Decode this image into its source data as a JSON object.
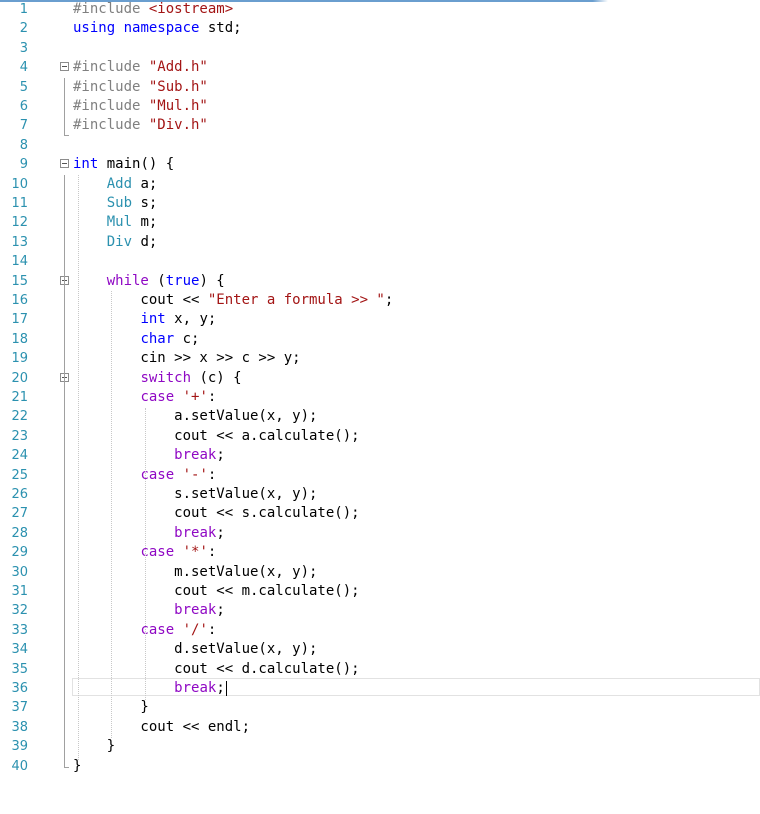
{
  "editor": {
    "lines": [
      {
        "n": "1",
        "text": "#include <iostream>"
      },
      {
        "n": "2",
        "text": "using namespace std;"
      },
      {
        "n": "3",
        "text": ""
      },
      {
        "n": "4",
        "text": "#include \"Add.h\""
      },
      {
        "n": "5",
        "text": "#include \"Sub.h\""
      },
      {
        "n": "6",
        "text": "#include \"Mul.h\""
      },
      {
        "n": "7",
        "text": "#include \"Div.h\""
      },
      {
        "n": "8",
        "text": ""
      },
      {
        "n": "9",
        "text": "int main() {"
      },
      {
        "n": "10",
        "text": "    Add a;"
      },
      {
        "n": "11",
        "text": "    Sub s;"
      },
      {
        "n": "12",
        "text": "    Mul m;"
      },
      {
        "n": "13",
        "text": "    Div d;"
      },
      {
        "n": "14",
        "text": ""
      },
      {
        "n": "15",
        "text": "    while (true) {"
      },
      {
        "n": "16",
        "text": "        cout << \"Enter a formula >> \";"
      },
      {
        "n": "17",
        "text": "        int x, y;"
      },
      {
        "n": "18",
        "text": "        char c;"
      },
      {
        "n": "19",
        "text": "        cin >> x >> c >> y;"
      },
      {
        "n": "20",
        "text": "        switch (c) {"
      },
      {
        "n": "21",
        "text": "        case '+':"
      },
      {
        "n": "22",
        "text": "            a.setValue(x, y);"
      },
      {
        "n": "23",
        "text": "            cout << a.calculate();"
      },
      {
        "n": "24",
        "text": "            break;"
      },
      {
        "n": "25",
        "text": "        case '-':"
      },
      {
        "n": "26",
        "text": "            s.setValue(x, y);"
      },
      {
        "n": "27",
        "text": "            cout << s.calculate();"
      },
      {
        "n": "28",
        "text": "            break;"
      },
      {
        "n": "29",
        "text": "        case '*':"
      },
      {
        "n": "30",
        "text": "            m.setValue(x, y);"
      },
      {
        "n": "31",
        "text": "            cout << m.calculate();"
      },
      {
        "n": "32",
        "text": "            break;"
      },
      {
        "n": "33",
        "text": "        case '/':"
      },
      {
        "n": "34",
        "text": "            d.setValue(x, y);"
      },
      {
        "n": "35",
        "text": "            cout << d.calculate();"
      },
      {
        "n": "36",
        "text": "            break;"
      },
      {
        "n": "37",
        "text": "        }"
      },
      {
        "n": "38",
        "text": "        cout << endl;"
      },
      {
        "n": "39",
        "text": "    }"
      },
      {
        "n": "40",
        "text": "}"
      }
    ],
    "fold_lines": [
      "4",
      "9",
      "15",
      "20"
    ],
    "current_line": "36",
    "colors": {
      "line_number": "#2b91af",
      "keyword": "#0000ff",
      "preprocessor": "#808080",
      "string": "#a31515",
      "type": "#2b91af",
      "control": "#8f08c4"
    }
  }
}
